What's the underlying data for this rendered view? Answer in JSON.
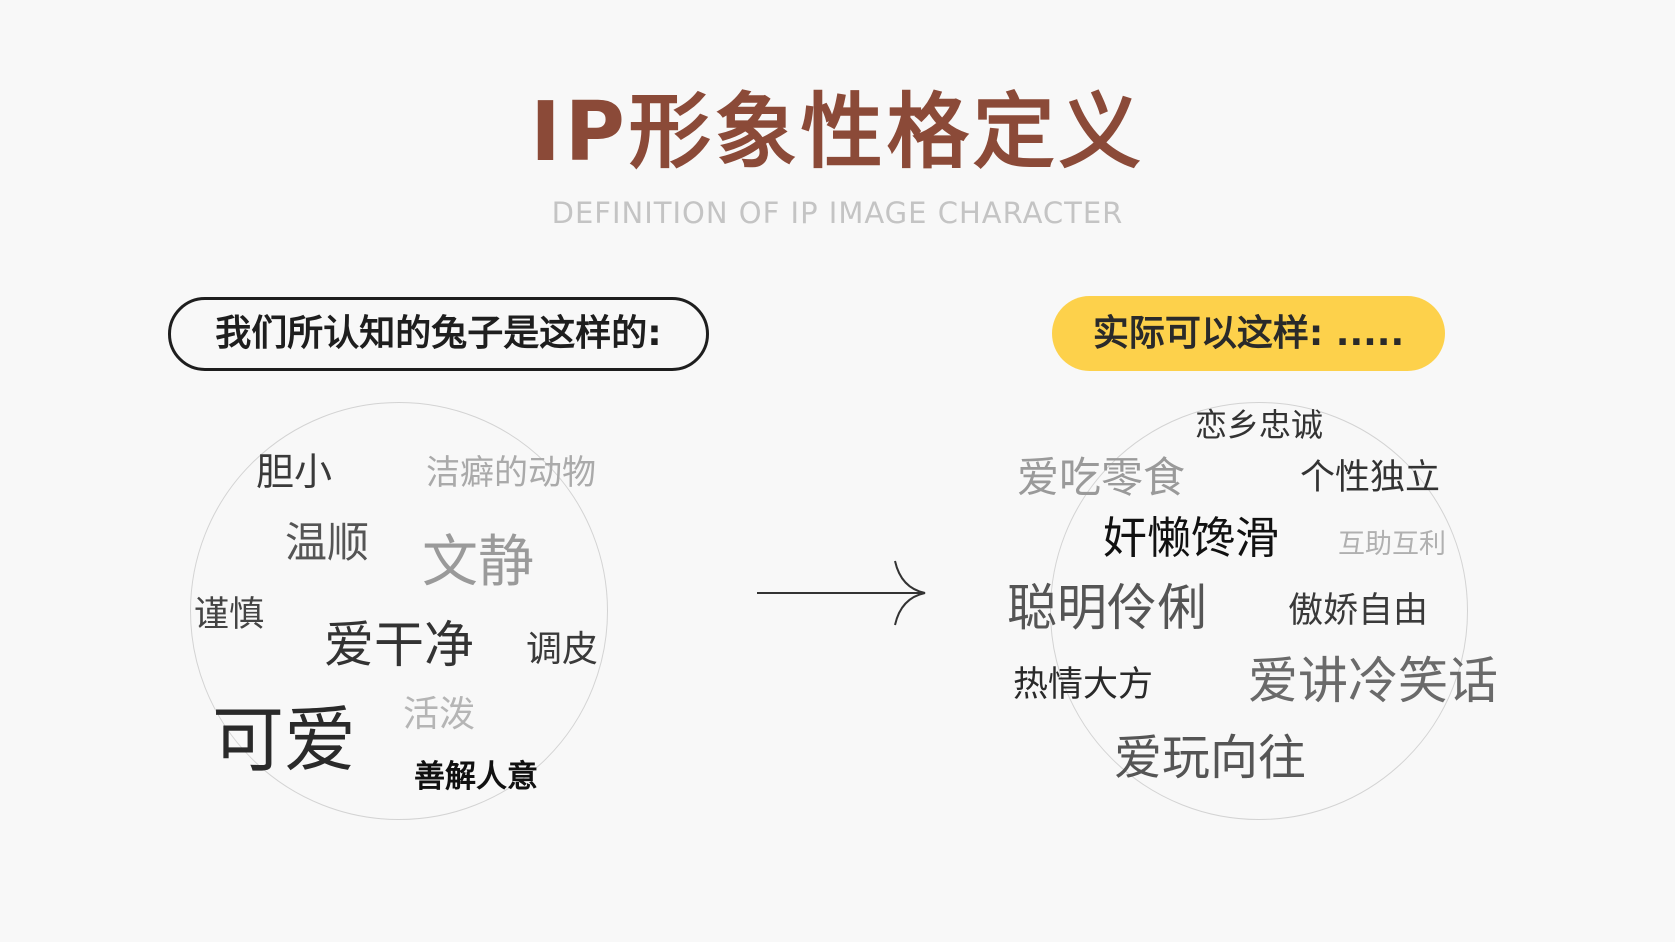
{
  "title": "IP形象性格定义",
  "subtitle": "DEFINITION OF IP IMAGE CHARACTER",
  "left_label": "我们所认知的兔子是这样的:",
  "right_label": "实际可以这样: .....",
  "left_words": [
    {
      "id": "danxiao",
      "text": "胆小",
      "color": "#3a3a3a"
    },
    {
      "id": "jiepi",
      "text": "洁癖的动物",
      "color": "#aaaaaa"
    },
    {
      "id": "wenshun",
      "text": "温顺",
      "color": "#555555"
    },
    {
      "id": "wenjing",
      "text": "文静",
      "color": "#9a9a9a"
    },
    {
      "id": "jinshen",
      "text": "谨慎",
      "color": "#444444"
    },
    {
      "id": "aiganjing",
      "text": "爱干净",
      "color": "#333333"
    },
    {
      "id": "tiaopi",
      "text": "调皮",
      "color": "#3a3a3a"
    },
    {
      "id": "huopo",
      "text": "活泼",
      "color": "#b5b5b5"
    },
    {
      "id": "keai",
      "text": "可爱",
      "color": "#2a2a2a"
    },
    {
      "id": "shanjie",
      "text": "善解人意",
      "color": "#111111"
    }
  ],
  "right_words": [
    {
      "id": "lianxiang",
      "text": "恋乡忠诚",
      "color": "#333333"
    },
    {
      "id": "aichi",
      "text": "爱吃零食",
      "color": "#9a9a9a"
    },
    {
      "id": "gexing",
      "text": "个性独立",
      "color": "#333333"
    },
    {
      "id": "jianlan",
      "text": "奸懒馋滑",
      "color": "#111111"
    },
    {
      "id": "huzhu",
      "text": "互助互利",
      "color": "#b0b0b0"
    },
    {
      "id": "congming",
      "text": "聪明伶俐",
      "color": "#555555"
    },
    {
      "id": "aojiao",
      "text": "傲娇自由",
      "color": "#3a3a3a"
    },
    {
      "id": "reqing",
      "text": "热情大方",
      "color": "#2a2a2a"
    },
    {
      "id": "aijiang",
      "text": "爱讲冷笑话",
      "color": "#6a6a6a"
    },
    {
      "id": "aiwan",
      "text": "爱玩向往",
      "color": "#555555"
    }
  ],
  "colors": {
    "title": "#8b4a38",
    "subtitle": "#c4c4c4",
    "left_pill_text": "#1e1e1e",
    "right_pill_bg": "#fdd14b",
    "right_pill_text": "#2a2a2a",
    "arrow": "#333333"
  },
  "icons": {
    "arrow": "right-arrow-icon"
  }
}
